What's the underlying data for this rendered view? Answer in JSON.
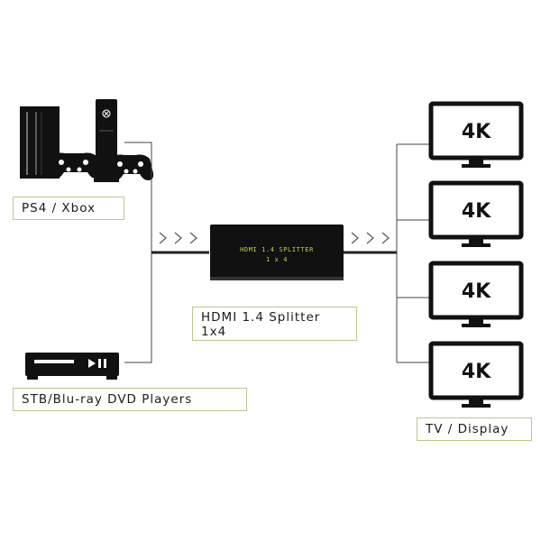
{
  "sources": {
    "consoles": {
      "label": "PS4 / Xbox"
    },
    "players": {
      "label": "STB/Blu-ray DVD Players"
    }
  },
  "splitter": {
    "device_line1": "HDMI 1.4 SPLITTER",
    "device_line2": "1 x 4",
    "caption_line1": "HDMI 1.4 Splitter",
    "caption_line2": "1x4"
  },
  "displays": {
    "label": "TV / Display",
    "screens": [
      "4K",
      "4K",
      "4K",
      "4K"
    ]
  },
  "colors": {
    "label_border": "#b9c98a",
    "splitter_text": "#b8d84a",
    "device": "#111111"
  },
  "icons": [
    "game-console-icon",
    "gamepad-icon",
    "dvd-player-icon",
    "tv-monitor-icon",
    "chevron-right-icon"
  ]
}
